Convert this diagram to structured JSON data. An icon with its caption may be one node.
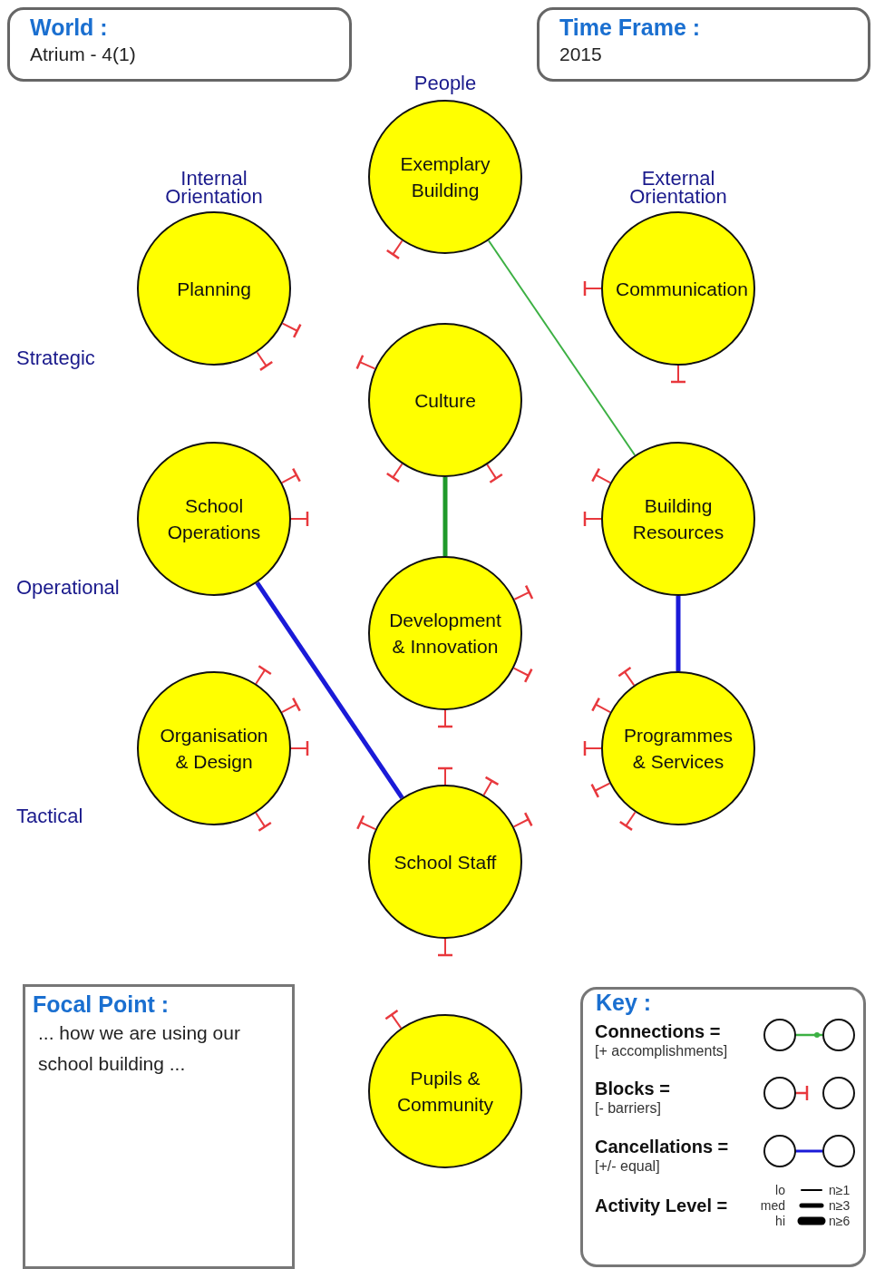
{
  "diagram": {
    "nodes": [
      {
        "text": [
          "World :",
          "Atrium - 4(1)"
        ]
      },
      {
        "text": [
          "Time Frame :",
          "2015"
        ]
      },
      {
        "text": [
          "Exemplary Building"
        ],
        "beside": [
          "People"
        ]
      },
      {
        "text": [
          "Planning"
        ],
        "beside": [
          "Internal Orientation"
        ]
      },
      {
        "text": [
          "Communication"
        ],
        "beside": [
          "External Orientation"
        ]
      },
      {
        "text": [
          "Culture"
        ]
      },
      {
        "text": [
          "School Operations"
        ]
      },
      {
        "text": [
          "Building Resources"
        ]
      },
      {
        "text": [
          "Development & Innovation"
        ]
      },
      {
        "text": [
          "Organisation & Design"
        ]
      },
      {
        "text": [
          "Programmes & Services"
        ]
      },
      {
        "text": [
          "School Staff"
        ]
      },
      {
        "text": [
          "Focal Point :",
          "... how we are using our school building ..."
        ]
      },
      {
        "text": [
          "Pupils & Community"
        ]
      }
    ],
    "edges": [
      {
        "from": 2,
        "to": 7,
        "arrow": "none",
        "color": "#3cb043"
      },
      {
        "from": 5,
        "to": 8,
        "arrow": "none",
        "style": "thick",
        "color": "#1f9a2a"
      },
      {
        "from": 6,
        "to": 11,
        "arrow": "none",
        "style": "thick",
        "color": "#1a1ad8"
      },
      {
        "from": 7,
        "to": 10,
        "arrow": "none",
        "style": "thick",
        "color": "#1a1ad8"
      },
      {
        "from": 2,
        "to": null,
        "arrow": "other"
      },
      {
        "from": 3,
        "to": null,
        "arrow": "other"
      },
      {
        "from": 3,
        "to": null,
        "arrow": "other"
      },
      {
        "from": 4,
        "to": null,
        "arrow": "other"
      },
      {
        "from": 4,
        "to": null,
        "arrow": "other"
      },
      {
        "from": 5,
        "to": null,
        "arrow": "other"
      },
      {
        "from": 5,
        "to": null,
        "arrow": "other"
      },
      {
        "from": 5,
        "to": null,
        "arrow": "other"
      },
      {
        "from": 6,
        "to": null,
        "arrow": "other"
      },
      {
        "from": 6,
        "to": null,
        "arrow": "other"
      },
      {
        "from": 7,
        "to": null,
        "arrow": "other"
      },
      {
        "from": 7,
        "to": null,
        "arrow": "other"
      },
      {
        "from": 8,
        "to": null,
        "arrow": "other"
      },
      {
        "from": 8,
        "to": null,
        "arrow": "other"
      },
      {
        "from": 8,
        "to": null,
        "arrow": "other"
      },
      {
        "from": 9,
        "to": null,
        "arrow": "other"
      },
      {
        "from": 9,
        "to": null,
        "arrow": "other"
      },
      {
        "from": 9,
        "to": null,
        "arrow": "other"
      },
      {
        "from": 9,
        "to": null,
        "arrow": "other"
      },
      {
        "from": 10,
        "to": null,
        "arrow": "other"
      },
      {
        "from": 10,
        "to": null,
        "arrow": "other"
      },
      {
        "from": 10,
        "to": null,
        "arrow": "other"
      },
      {
        "from": 10,
        "to": null,
        "arrow": "other"
      },
      {
        "from": 10,
        "to": null,
        "arrow": "other"
      },
      {
        "from": 11,
        "to": null,
        "arrow": "other"
      },
      {
        "from": 11,
        "to": null,
        "arrow": "other"
      },
      {
        "from": 11,
        "to": null,
        "arrow": "other"
      },
      {
        "from": 11,
        "to": null,
        "arrow": "other"
      },
      {
        "from": 11,
        "to": null,
        "arrow": "other"
      },
      {
        "from": 13,
        "to": null,
        "arrow": "other"
      }
    ],
    "labels": [
      "Strategic",
      "Operational",
      "Tactical",
      "Key :",
      "Activity Level =",
      "n≥1",
      "n≥3",
      "n≥6"
    ],
    "legend": [
      {
        "text": "**Connections =** [+ accomplishments]"
      },
      {
        "text": "**Blocks =** [- barriers]"
      },
      {
        "text": "**Cancellations =** [+/- equal]"
      },
      {
        "text": "lo"
      },
      {
        "text": "med"
      },
      {
        "text": "hi"
      }
    ]
  }
}
